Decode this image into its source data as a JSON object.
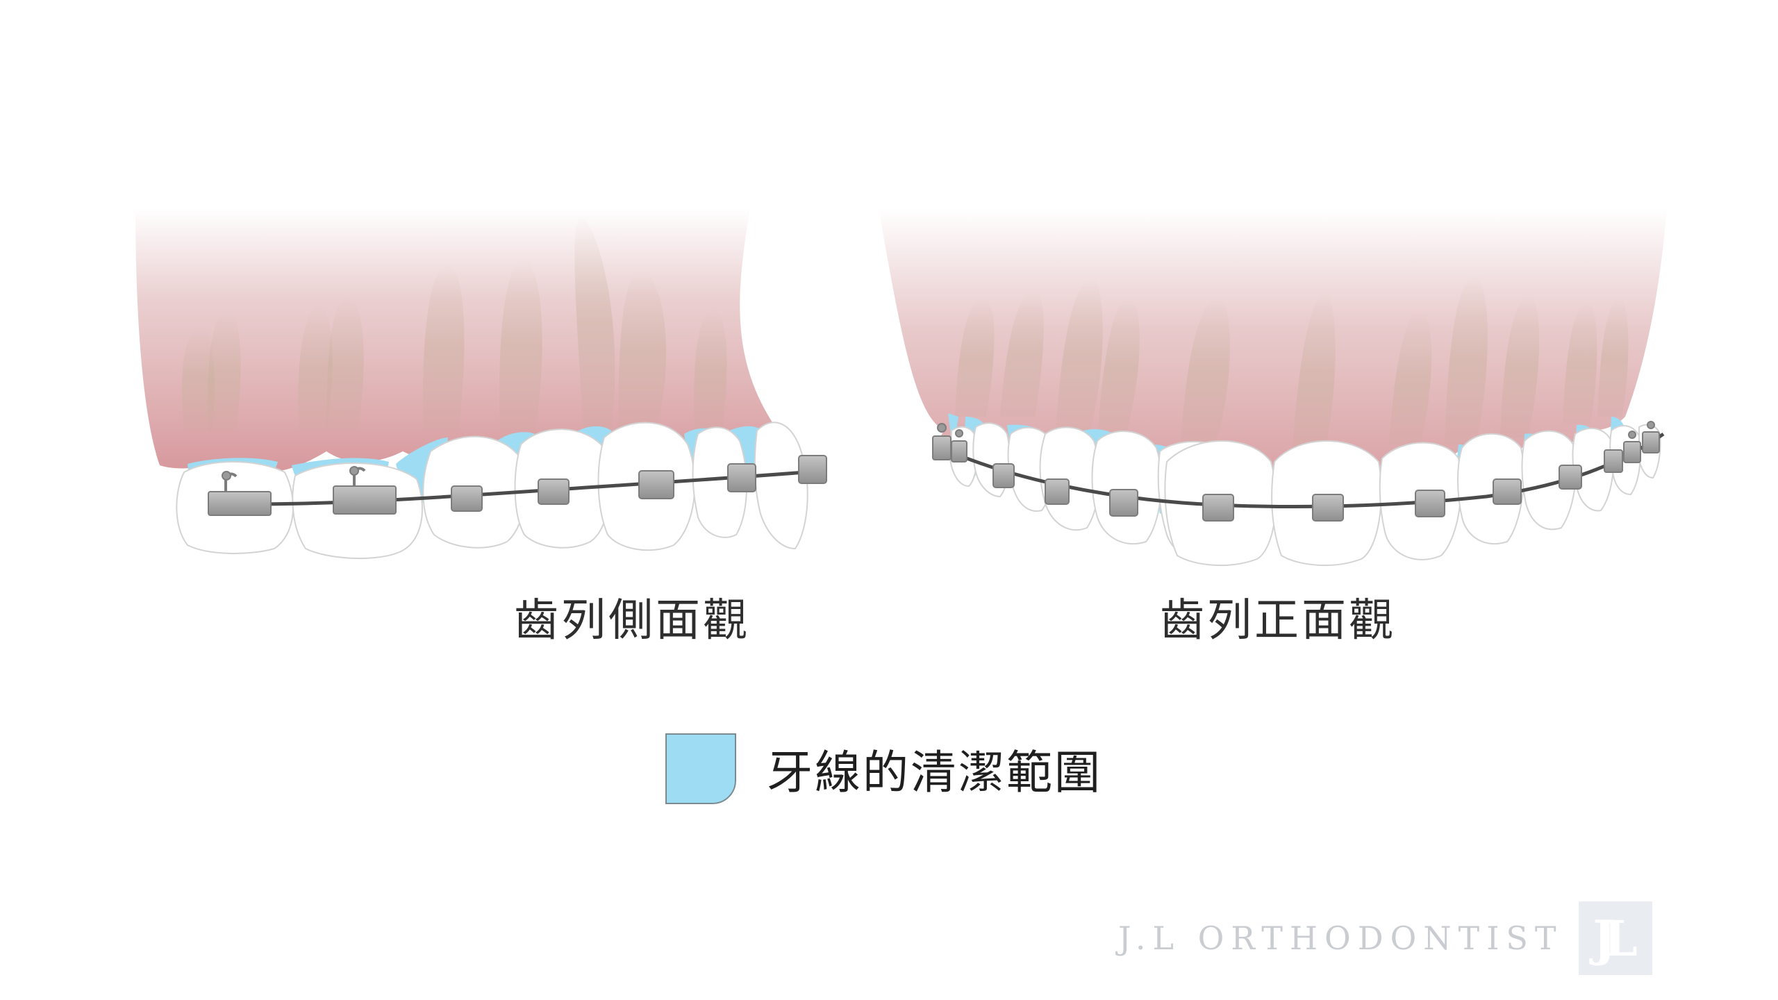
{
  "captions": {
    "side_view": "齒列側面觀",
    "front_view": "齒列正面觀"
  },
  "legend": {
    "label": "牙線的清潔範圍"
  },
  "brand": {
    "name": "J.L ORTHODONTIST",
    "logo_glyph": "JL"
  },
  "colors": {
    "floss_area": "#9ddcf2",
    "gum": "#d8a3a6",
    "tooth": "#ffffff",
    "bracket": "#a8a8a8",
    "archwire": "#4a4a4a",
    "caption_text": "#2e2e2e",
    "brand_text": "#c9cdd2",
    "brand_logo_bg": "#e9edf2"
  }
}
